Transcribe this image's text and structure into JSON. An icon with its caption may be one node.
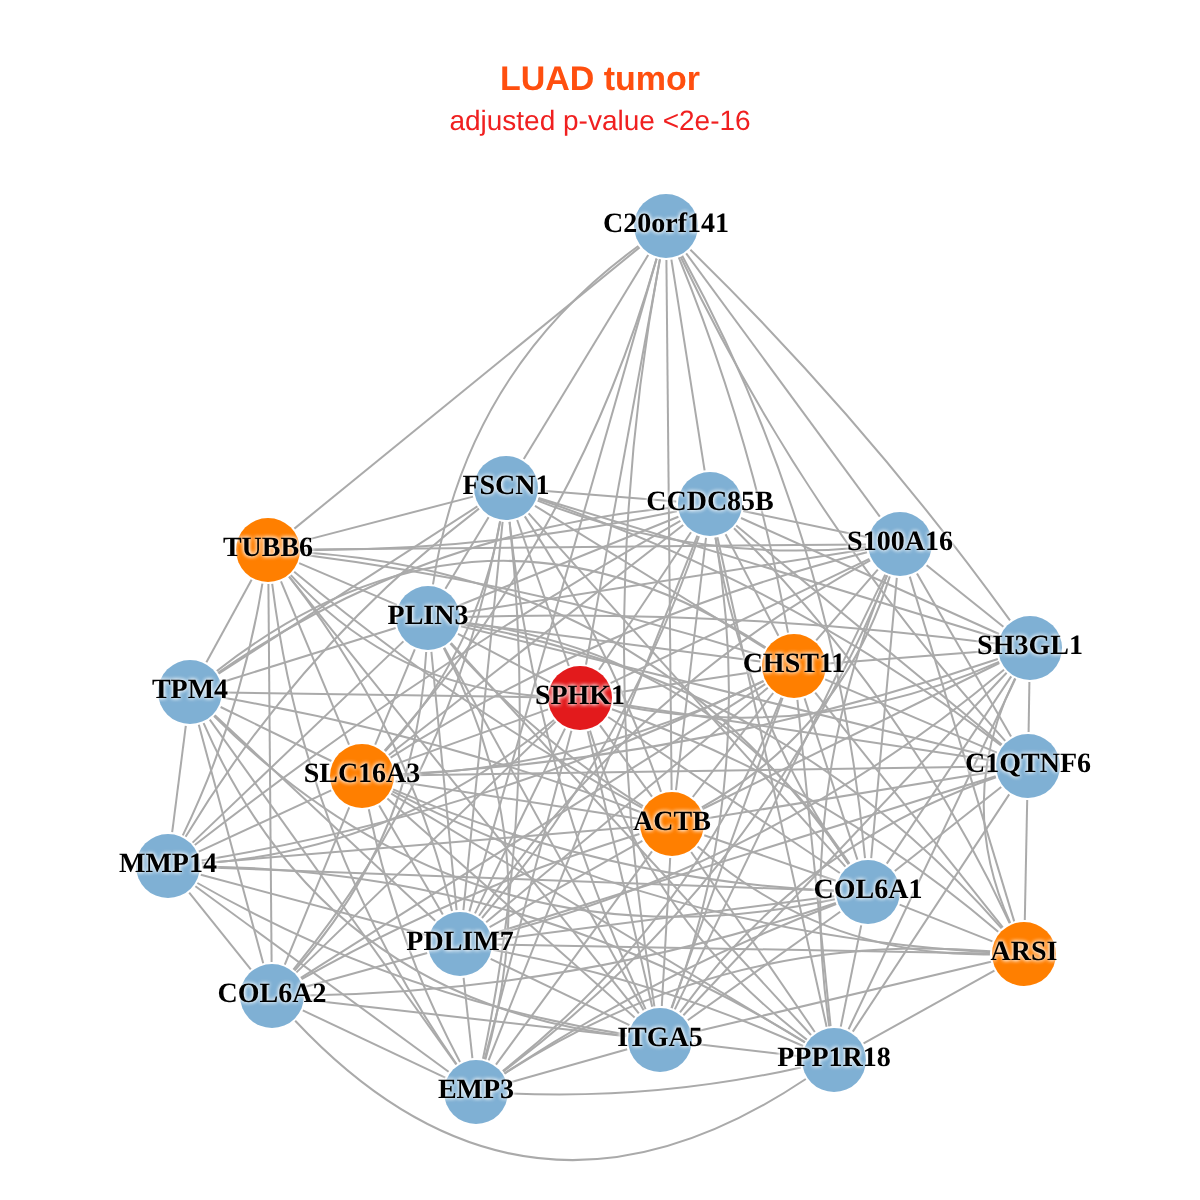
{
  "diagram": {
    "title": "LUAD tumor",
    "caption": "adjusted p-value <2e-16",
    "nodes": [
      {
        "text": [
          "C20orf141"
        ]
      },
      {
        "text": [
          "FSCN1"
        ]
      },
      {
        "text": [
          "CCDC85B"
        ]
      },
      {
        "text": [
          "TUBB6"
        ]
      },
      {
        "text": [
          "S100A16"
        ]
      },
      {
        "text": [
          "PLIN3"
        ]
      },
      {
        "text": [
          "SH3GL1"
        ]
      },
      {
        "text": [
          "TPM4"
        ]
      },
      {
        "text": [
          "CHST11"
        ]
      },
      {
        "text": [
          "SPHK1"
        ]
      },
      {
        "text": [
          "SLC16A3"
        ]
      },
      {
        "text": [
          "C1QTNF6"
        ]
      },
      {
        "text": [
          "ACTB"
        ]
      },
      {
        "text": [
          "MMP14"
        ]
      },
      {
        "text": [
          "COL6A1"
        ]
      },
      {
        "text": [
          "PDLIM7"
        ]
      },
      {
        "text": [
          "ARSI"
        ]
      },
      {
        "text": [
          "COL6A2"
        ]
      },
      {
        "text": [
          "ITGA5"
        ]
      },
      {
        "text": [
          "PPP1R18"
        ]
      },
      {
        "text": [
          "EMP3"
        ]
      }
    ],
    "edges": [
      {
        "from": 0,
        "to": 1,
        "arrow": "none"
      },
      {
        "from": 0,
        "to": 2,
        "arrow": "none"
      },
      {
        "from": 0,
        "to": 3,
        "arrow": "none"
      },
      {
        "from": 0,
        "to": 4,
        "arrow": "none"
      },
      {
        "from": 0,
        "to": 5,
        "arrow": "none"
      },
      {
        "from": 0,
        "to": 6,
        "arrow": "none"
      },
      {
        "from": 0,
        "to": 8,
        "arrow": "none"
      },
      {
        "from": 0,
        "to": 9,
        "arrow": "none"
      },
      {
        "from": 0,
        "to": 10,
        "arrow": "none"
      },
      {
        "from": 0,
        "to": 11,
        "arrow": "none"
      },
      {
        "from": 0,
        "to": 12,
        "arrow": "none"
      },
      {
        "from": 0,
        "to": 14,
        "arrow": "none"
      },
      {
        "from": 0,
        "to": 15,
        "arrow": "none"
      },
      {
        "from": 0,
        "to": 18,
        "arrow": "none"
      },
      {
        "from": 1,
        "to": 2,
        "arrow": "none"
      },
      {
        "from": 1,
        "to": 3,
        "arrow": "none"
      },
      {
        "from": 1,
        "to": 4,
        "arrow": "none"
      },
      {
        "from": 1,
        "to": 5,
        "arrow": "none"
      },
      {
        "from": 1,
        "to": 6,
        "arrow": "none"
      },
      {
        "from": 1,
        "to": 7,
        "arrow": "none"
      },
      {
        "from": 1,
        "to": 8,
        "arrow": "none"
      },
      {
        "from": 1,
        "to": 9,
        "arrow": "none"
      },
      {
        "from": 1,
        "to": 10,
        "arrow": "none"
      },
      {
        "from": 1,
        "to": 11,
        "arrow": "none"
      },
      {
        "from": 1,
        "to": 12,
        "arrow": "none"
      },
      {
        "from": 1,
        "to": 13,
        "arrow": "none"
      },
      {
        "from": 1,
        "to": 14,
        "arrow": "none"
      },
      {
        "from": 1,
        "to": 15,
        "arrow": "none"
      },
      {
        "from": 1,
        "to": 17,
        "arrow": "none"
      },
      {
        "from": 1,
        "to": 18,
        "arrow": "none"
      },
      {
        "from": 1,
        "to": 20,
        "arrow": "none"
      },
      {
        "from": 2,
        "to": 3,
        "arrow": "none"
      },
      {
        "from": 2,
        "to": 4,
        "arrow": "none"
      },
      {
        "from": 2,
        "to": 5,
        "arrow": "none"
      },
      {
        "from": 2,
        "to": 6,
        "arrow": "none"
      },
      {
        "from": 2,
        "to": 7,
        "arrow": "none"
      },
      {
        "from": 2,
        "to": 8,
        "arrow": "none"
      },
      {
        "from": 2,
        "to": 9,
        "arrow": "none"
      },
      {
        "from": 2,
        "to": 10,
        "arrow": "none"
      },
      {
        "from": 2,
        "to": 11,
        "arrow": "none"
      },
      {
        "from": 2,
        "to": 12,
        "arrow": "none"
      },
      {
        "from": 2,
        "to": 13,
        "arrow": "none"
      },
      {
        "from": 2,
        "to": 14,
        "arrow": "none"
      },
      {
        "from": 2,
        "to": 15,
        "arrow": "none"
      },
      {
        "from": 2,
        "to": 16,
        "arrow": "none"
      },
      {
        "from": 2,
        "to": 18,
        "arrow": "none"
      },
      {
        "from": 2,
        "to": 19,
        "arrow": "none"
      },
      {
        "from": 2,
        "to": 20,
        "arrow": "none"
      },
      {
        "from": 3,
        "to": 4,
        "arrow": "none"
      },
      {
        "from": 3,
        "to": 5,
        "arrow": "none"
      },
      {
        "from": 3,
        "to": 7,
        "arrow": "none"
      },
      {
        "from": 3,
        "to": 8,
        "arrow": "none"
      },
      {
        "from": 3,
        "to": 9,
        "arrow": "none"
      },
      {
        "from": 3,
        "to": 10,
        "arrow": "none"
      },
      {
        "from": 3,
        "to": 12,
        "arrow": "none"
      },
      {
        "from": 3,
        "to": 13,
        "arrow": "none"
      },
      {
        "from": 3,
        "to": 14,
        "arrow": "none"
      },
      {
        "from": 3,
        "to": 15,
        "arrow": "none"
      },
      {
        "from": 3,
        "to": 17,
        "arrow": "none"
      },
      {
        "from": 3,
        "to": 18,
        "arrow": "none"
      },
      {
        "from": 3,
        "to": 20,
        "arrow": "none"
      },
      {
        "from": 4,
        "to": 5,
        "arrow": "none"
      },
      {
        "from": 4,
        "to": 6,
        "arrow": "none"
      },
      {
        "from": 4,
        "to": 8,
        "arrow": "none"
      },
      {
        "from": 4,
        "to": 9,
        "arrow": "none"
      },
      {
        "from": 4,
        "to": 10,
        "arrow": "none"
      },
      {
        "from": 4,
        "to": 11,
        "arrow": "none"
      },
      {
        "from": 4,
        "to": 12,
        "arrow": "none"
      },
      {
        "from": 4,
        "to": 14,
        "arrow": "none"
      },
      {
        "from": 4,
        "to": 15,
        "arrow": "none"
      },
      {
        "from": 4,
        "to": 16,
        "arrow": "none"
      },
      {
        "from": 4,
        "to": 18,
        "arrow": "none"
      },
      {
        "from": 4,
        "to": 19,
        "arrow": "none"
      },
      {
        "from": 4,
        "to": 20,
        "arrow": "none"
      },
      {
        "from": 5,
        "to": 6,
        "arrow": "none"
      },
      {
        "from": 5,
        "to": 7,
        "arrow": "none"
      },
      {
        "from": 5,
        "to": 8,
        "arrow": "none"
      },
      {
        "from": 5,
        "to": 9,
        "arrow": "none"
      },
      {
        "from": 5,
        "to": 10,
        "arrow": "none"
      },
      {
        "from": 5,
        "to": 11,
        "arrow": "none"
      },
      {
        "from": 5,
        "to": 12,
        "arrow": "none"
      },
      {
        "from": 5,
        "to": 13,
        "arrow": "none"
      },
      {
        "from": 5,
        "to": 14,
        "arrow": "none"
      },
      {
        "from": 5,
        "to": 15,
        "arrow": "none"
      },
      {
        "from": 5,
        "to": 16,
        "arrow": "none"
      },
      {
        "from": 5,
        "to": 17,
        "arrow": "none"
      },
      {
        "from": 5,
        "to": 18,
        "arrow": "none"
      },
      {
        "from": 5,
        "to": 19,
        "arrow": "none"
      },
      {
        "from": 5,
        "to": 20,
        "arrow": "none"
      },
      {
        "from": 6,
        "to": 8,
        "arrow": "none"
      },
      {
        "from": 6,
        "to": 9,
        "arrow": "none"
      },
      {
        "from": 6,
        "to": 10,
        "arrow": "none"
      },
      {
        "from": 6,
        "to": 11,
        "arrow": "none"
      },
      {
        "from": 6,
        "to": 12,
        "arrow": "none"
      },
      {
        "from": 6,
        "to": 14,
        "arrow": "none"
      },
      {
        "from": 6,
        "to": 15,
        "arrow": "none"
      },
      {
        "from": 6,
        "to": 16,
        "arrow": "none"
      },
      {
        "from": 6,
        "to": 18,
        "arrow": "none"
      },
      {
        "from": 6,
        "to": 19,
        "arrow": "none"
      },
      {
        "from": 7,
        "to": 8,
        "arrow": "none"
      },
      {
        "from": 7,
        "to": 9,
        "arrow": "none"
      },
      {
        "from": 7,
        "to": 10,
        "arrow": "none"
      },
      {
        "from": 7,
        "to": 12,
        "arrow": "none"
      },
      {
        "from": 7,
        "to": 13,
        "arrow": "none"
      },
      {
        "from": 7,
        "to": 14,
        "arrow": "none"
      },
      {
        "from": 7,
        "to": 15,
        "arrow": "none"
      },
      {
        "from": 7,
        "to": 17,
        "arrow": "none"
      },
      {
        "from": 7,
        "to": 18,
        "arrow": "none"
      },
      {
        "from": 7,
        "to": 20,
        "arrow": "none"
      },
      {
        "from": 8,
        "to": 9,
        "arrow": "none"
      },
      {
        "from": 8,
        "to": 10,
        "arrow": "none"
      },
      {
        "from": 8,
        "to": 11,
        "arrow": "none"
      },
      {
        "from": 8,
        "to": 12,
        "arrow": "none"
      },
      {
        "from": 8,
        "to": 13,
        "arrow": "none"
      },
      {
        "from": 8,
        "to": 14,
        "arrow": "none"
      },
      {
        "from": 8,
        "to": 15,
        "arrow": "none"
      },
      {
        "from": 8,
        "to": 16,
        "arrow": "none"
      },
      {
        "from": 8,
        "to": 17,
        "arrow": "none"
      },
      {
        "from": 8,
        "to": 18,
        "arrow": "none"
      },
      {
        "from": 8,
        "to": 19,
        "arrow": "none"
      },
      {
        "from": 8,
        "to": 20,
        "arrow": "none"
      },
      {
        "from": 9,
        "to": 10,
        "arrow": "none"
      },
      {
        "from": 9,
        "to": 11,
        "arrow": "none"
      },
      {
        "from": 9,
        "to": 12,
        "arrow": "none"
      },
      {
        "from": 9,
        "to": 13,
        "arrow": "none"
      },
      {
        "from": 9,
        "to": 14,
        "arrow": "none"
      },
      {
        "from": 9,
        "to": 15,
        "arrow": "none"
      },
      {
        "from": 9,
        "to": 16,
        "arrow": "none"
      },
      {
        "from": 9,
        "to": 17,
        "arrow": "none"
      },
      {
        "from": 9,
        "to": 18,
        "arrow": "none"
      },
      {
        "from": 9,
        "to": 19,
        "arrow": "none"
      },
      {
        "from": 9,
        "to": 20,
        "arrow": "none"
      },
      {
        "from": 10,
        "to": 11,
        "arrow": "none"
      },
      {
        "from": 10,
        "to": 12,
        "arrow": "none"
      },
      {
        "from": 10,
        "to": 13,
        "arrow": "none"
      },
      {
        "from": 10,
        "to": 14,
        "arrow": "none"
      },
      {
        "from": 10,
        "to": 15,
        "arrow": "none"
      },
      {
        "from": 10,
        "to": 16,
        "arrow": "none"
      },
      {
        "from": 10,
        "to": 17,
        "arrow": "none"
      },
      {
        "from": 10,
        "to": 18,
        "arrow": "none"
      },
      {
        "from": 10,
        "to": 19,
        "arrow": "none"
      },
      {
        "from": 10,
        "to": 20,
        "arrow": "none"
      },
      {
        "from": 11,
        "to": 12,
        "arrow": "none"
      },
      {
        "from": 11,
        "to": 14,
        "arrow": "none"
      },
      {
        "from": 11,
        "to": 15,
        "arrow": "none"
      },
      {
        "from": 11,
        "to": 16,
        "arrow": "none"
      },
      {
        "from": 11,
        "to": 18,
        "arrow": "none"
      },
      {
        "from": 11,
        "to": 19,
        "arrow": "none"
      },
      {
        "from": 12,
        "to": 13,
        "arrow": "none"
      },
      {
        "from": 12,
        "to": 14,
        "arrow": "none"
      },
      {
        "from": 12,
        "to": 15,
        "arrow": "none"
      },
      {
        "from": 12,
        "to": 16,
        "arrow": "none"
      },
      {
        "from": 12,
        "to": 17,
        "arrow": "none"
      },
      {
        "from": 12,
        "to": 18,
        "arrow": "none"
      },
      {
        "from": 12,
        "to": 19,
        "arrow": "none"
      },
      {
        "from": 12,
        "to": 20,
        "arrow": "none"
      },
      {
        "from": 13,
        "to": 14,
        "arrow": "none"
      },
      {
        "from": 13,
        "to": 15,
        "arrow": "none"
      },
      {
        "from": 13,
        "to": 17,
        "arrow": "none"
      },
      {
        "from": 13,
        "to": 18,
        "arrow": "none"
      },
      {
        "from": 13,
        "to": 19,
        "arrow": "none"
      },
      {
        "from": 13,
        "to": 20,
        "arrow": "none"
      },
      {
        "from": 14,
        "to": 15,
        "arrow": "none"
      },
      {
        "from": 14,
        "to": 16,
        "arrow": "none"
      },
      {
        "from": 14,
        "to": 17,
        "arrow": "none"
      },
      {
        "from": 14,
        "to": 18,
        "arrow": "none"
      },
      {
        "from": 14,
        "to": 19,
        "arrow": "none"
      },
      {
        "from": 14,
        "to": 20,
        "arrow": "none"
      },
      {
        "from": 15,
        "to": 16,
        "arrow": "none"
      },
      {
        "from": 15,
        "to": 17,
        "arrow": "none"
      },
      {
        "from": 15,
        "to": 18,
        "arrow": "none"
      },
      {
        "from": 15,
        "to": 19,
        "arrow": "none"
      },
      {
        "from": 15,
        "to": 20,
        "arrow": "none"
      },
      {
        "from": 16,
        "to": 18,
        "arrow": "none"
      },
      {
        "from": 16,
        "to": 19,
        "arrow": "none"
      },
      {
        "from": 16,
        "to": 20,
        "arrow": "none"
      },
      {
        "from": 17,
        "to": 18,
        "arrow": "none"
      },
      {
        "from": 17,
        "to": 19,
        "arrow": "none"
      },
      {
        "from": 17,
        "to": 20,
        "arrow": "none"
      },
      {
        "from": 18,
        "to": 19,
        "arrow": "none"
      },
      {
        "from": 18,
        "to": 20,
        "arrow": "none"
      },
      {
        "from": 19,
        "to": 20,
        "arrow": "none"
      }
    ]
  }
}
